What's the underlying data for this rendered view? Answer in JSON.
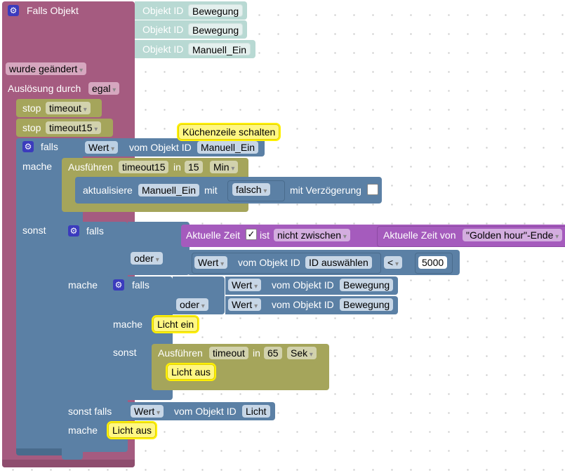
{
  "colors": {
    "event": "#a55b80",
    "logic": "#5b80a5",
    "logic_dark": "#496b8c",
    "action": "#a5a55b",
    "objid": "#b8d9d3",
    "purple": "#a55bbd",
    "comment": "#fff783"
  },
  "event_block": {
    "title": "Falls Objekt",
    "objid_label": "Objekt ID",
    "objects": [
      "Bewegung",
      "Bewegung",
      "Manuell_Ein"
    ],
    "changed_option": "wurde geändert",
    "trigger_label": "Auslösung durch",
    "trigger_value": "egal"
  },
  "stops": [
    {
      "label": "stop",
      "value": "timeout"
    },
    {
      "label": "stop",
      "value": "timeout15"
    }
  ],
  "comment_kueche": "Küchenzeile schalten",
  "if1": {
    "falls": "falls",
    "mache": "mache",
    "sonst": "sonst",
    "wert": "Wert",
    "vom": "vom Objekt ID",
    "obj": "Manuell_Ein",
    "run": {
      "label": "Ausführen",
      "name": "timeout15",
      "in": "in",
      "value": "15",
      "unit": "Min",
      "update_label": "aktualisiere",
      "update_obj": "Manuell_Ein",
      "mit": "mit",
      "mit_value": "falsch",
      "delay_label": "mit Verzögerung"
    }
  },
  "if2": {
    "falls": "falls",
    "zeit_label": "Aktuelle Zeit",
    "ist": "ist",
    "zeit_op": "nicht zwischen",
    "zeit_von": "Aktuelle Zeit von",
    "zeit_von_value": "\"Golden hour\"-Ende",
    "oder": "oder",
    "wert": "Wert",
    "vom": "vom Objekt ID",
    "obj_select": "ID auswählen",
    "cmp_op": "<",
    "cmp_value": "5000",
    "mache": "mache",
    "sonst_falls": "sonst falls",
    "sf_wert": "Wert",
    "sf_vom": "vom Objekt ID",
    "sf_obj": "Licht",
    "sf_mache": "mache",
    "sf_comment": "Licht aus"
  },
  "if3": {
    "falls": "falls",
    "wert": "Wert",
    "vom": "vom Objekt ID",
    "obj1": "Bewegung",
    "oder": "oder",
    "obj2": "Bewegung",
    "mache": "mache",
    "mache_comment": "Licht ein",
    "sonst": "sonst",
    "run_label": "Ausführen",
    "run_name": "timeout",
    "run_in": "in",
    "run_value": "65",
    "run_unit": "Sek",
    "sonst_comment": "Licht aus"
  }
}
